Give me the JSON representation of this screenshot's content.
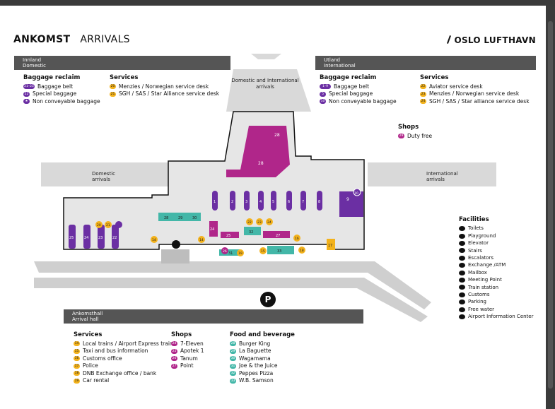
{
  "title": {
    "no": "ANKOMST",
    "en": "ARRIVALS"
  },
  "brand": "OSLO LUFTHAVN",
  "domestic": {
    "header_no": "Innland",
    "header_en": "Domestic",
    "baggage_title": "Baggage reclaim",
    "baggage": [
      {
        "badge": "21–25",
        "label": "Baggage belt"
      },
      {
        "badge": "22",
        "label": "Special baggage"
      },
      {
        "badge": "★",
        "label": "Non conveyable baggage"
      }
    ],
    "services_title": "Services",
    "services": [
      {
        "badge": "20",
        "label": "Menzies / Norwegian service desk"
      },
      {
        "badge": "21",
        "label": "SGH / SAS / Star Alliance service desk"
      }
    ]
  },
  "international": {
    "header_no": "Utland",
    "header_en": "International",
    "baggage_title": "Baggage reclaim",
    "baggage": [
      {
        "badge": "1–9",
        "label": "Baggage belt"
      },
      {
        "badge": "5",
        "label": "Special baggage"
      },
      {
        "badge": "10",
        "label": "Non conveyable baggage"
      }
    ],
    "services_title": "Services",
    "services": [
      {
        "badge": "22",
        "label": "Aviator service desk"
      },
      {
        "badge": "23",
        "label": "Menzies / Norwegian service desk"
      },
      {
        "badge": "24",
        "label": "SGH / SAS / Star alliance service desk"
      }
    ],
    "shops_title": "Shops",
    "shops": [
      {
        "badge": "29",
        "label": "Duty free"
      }
    ]
  },
  "map_labels": {
    "pier_top": [
      "Domestic and International",
      "arrivals"
    ],
    "pier_left": [
      "Domestic",
      "arrivals"
    ],
    "pier_right": [
      "International",
      "arrivals"
    ],
    "parking": "P"
  },
  "map": {
    "intl_belts": [
      "1",
      "2",
      "3",
      "4",
      "5",
      "6",
      "7",
      "8"
    ],
    "dom_belts": [
      "25",
      "24",
      "23",
      "22"
    ],
    "belt9": "9",
    "belt10": "10",
    "intl_services": [
      "22",
      "23",
      "24"
    ],
    "dom_services": [
      "20",
      "21"
    ],
    "shop_pink": [
      "28",
      "24",
      "25",
      "26"
    ],
    "shop_teal": [
      "28",
      "29",
      "30",
      "32",
      "27",
      "33",
      "31"
    ],
    "yellow_misc": [
      "14",
      "14",
      "16",
      "18",
      "17",
      "19",
      "15"
    ]
  },
  "facilities": {
    "title": "Facilities",
    "items": [
      "Toilets",
      "Playground",
      "Elevator",
      "Stairs",
      "Escalators",
      "Exchange /ATM",
      "Mailbox",
      "Meeting Point",
      "Train station",
      "Customs",
      "Parking",
      "Free water",
      "Airport Information Center"
    ]
  },
  "arrival_hall": {
    "header_no": "Ankomsthall",
    "header_en": "Arrival hall",
    "services_title": "Services",
    "services": [
      {
        "badge": "14",
        "label": "Local trains / Airport Express train"
      },
      {
        "badge": "15",
        "label": "Taxi and bus information"
      },
      {
        "badge": "16",
        "label": "Customs office"
      },
      {
        "badge": "17",
        "label": "Police"
      },
      {
        "badge": "18",
        "label": "DNB Exchange office / bank"
      },
      {
        "badge": "19",
        "label": "Car rental"
      }
    ],
    "shops_title": "Shops",
    "shops": [
      {
        "badge": "24",
        "label": "7-Eleven"
      },
      {
        "badge": "25",
        "label": "Apotek 1"
      },
      {
        "badge": "26",
        "label": "Tanum"
      },
      {
        "badge": "27",
        "label": "Point"
      }
    ],
    "food_title": "Food and beverage",
    "food": [
      {
        "badge": "28",
        "label": "Burger King"
      },
      {
        "badge": "29",
        "label": "La Baguette"
      },
      {
        "badge": "30",
        "label": "Wagamama"
      },
      {
        "badge": "31",
        "label": "Joe & the Juice"
      },
      {
        "badge": "32",
        "label": "Peppes Pizza"
      },
      {
        "badge": "33",
        "label": "W.B. Samson"
      }
    ]
  },
  "colors": {
    "yellow": "#f3b21b",
    "purple": "#6b2fa3",
    "pink": "#b0268a",
    "teal": "#43b7a8",
    "grey": "#d6d6d6",
    "header": "#555555"
  }
}
